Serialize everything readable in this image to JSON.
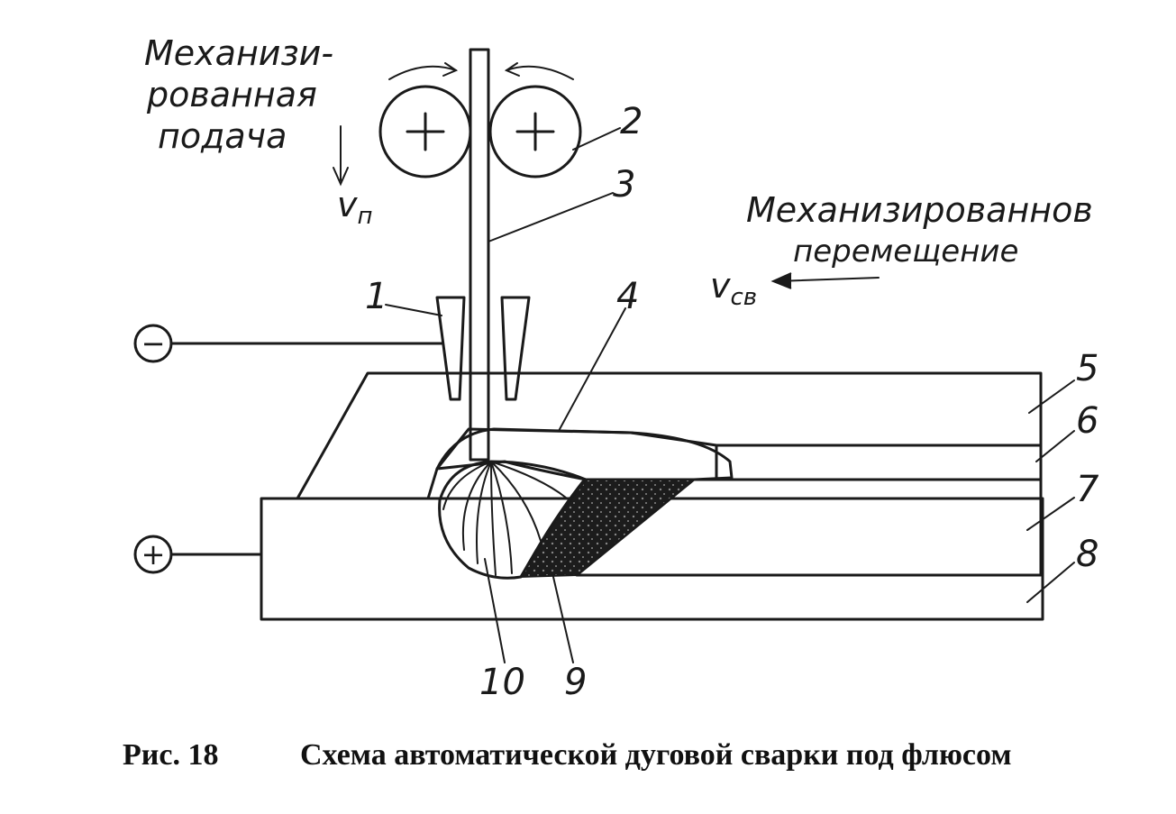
{
  "labels": {
    "feed_line1": "Механизи-",
    "feed_line2": "рованная",
    "feed_line3": "подача",
    "feed_speed_main": "v",
    "feed_speed_sub": "п",
    "travel_line1": "Механизированнов",
    "travel_line2": "перемещение",
    "travel_speed_main": "v",
    "travel_speed_sub": "св",
    "minus": "−",
    "plus": "+"
  },
  "callouts": [
    "1",
    "2",
    "3",
    "4",
    "5",
    "6",
    "7",
    "8",
    "9",
    "10"
  ],
  "caption": {
    "number": "Рис.  18",
    "text": "Схема автоматической дуговой сварки под флюсом"
  }
}
